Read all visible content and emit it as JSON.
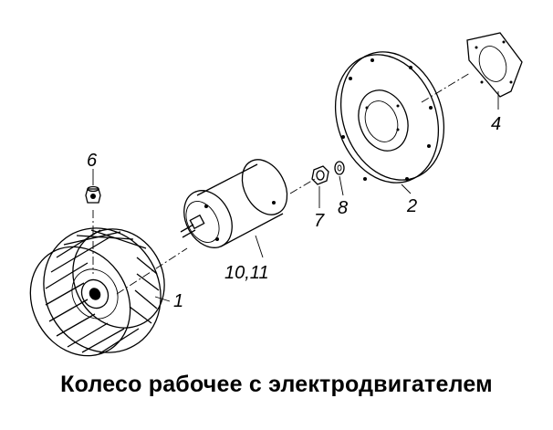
{
  "callouts": {
    "fan_wheel": "1",
    "flange_plate": "2",
    "gasket": "4",
    "nut_top": "6",
    "nut": "7",
    "washer": "8",
    "motor": "10,11"
  },
  "caption": "Колесо рабочее с электродвигателем"
}
